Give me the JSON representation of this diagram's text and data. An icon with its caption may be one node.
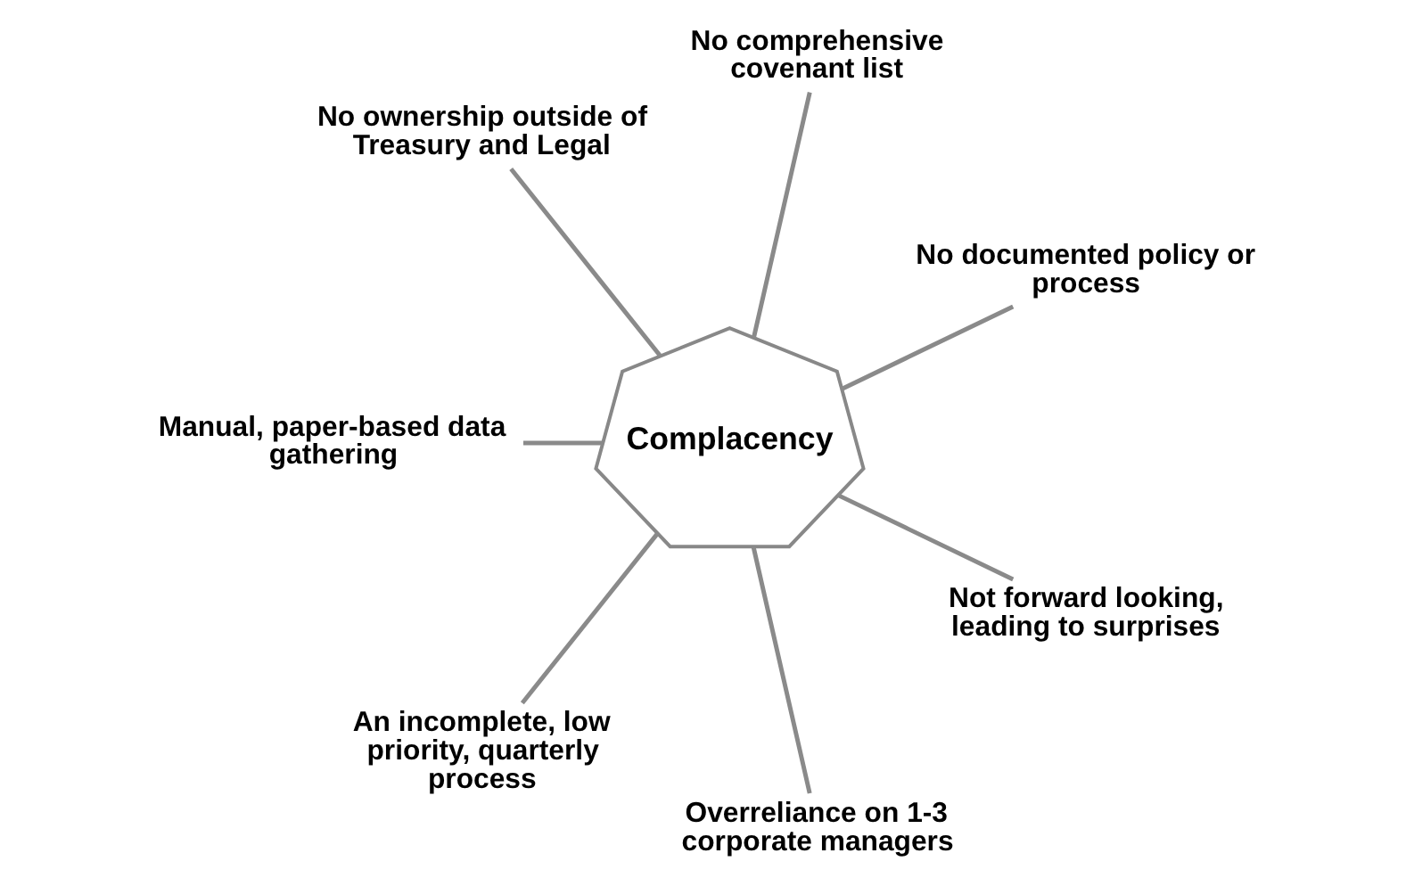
{
  "diagram": {
    "nodes": [
      {
        "text": [
          "Complacency"
        ]
      },
      {
        "text": [
          "No documented policy or process"
        ]
      },
      {
        "text": [
          "No comprehensive covenant list"
        ]
      },
      {
        "text": [
          "No ownership outside of Treasury and Legal"
        ]
      },
      {
        "text": [
          "Manual, paper-based data gathering"
        ]
      },
      {
        "text": [
          "An incomplete, low priority, quarterly process"
        ]
      },
      {
        "text": [
          "Overreliance on 1-3 corporate managers"
        ]
      },
      {
        "text": [
          "Not forward looking, leading to surprises"
        ]
      }
    ],
    "edges": [
      {
        "from": 0,
        "to": 1,
        "arrow": "none"
      },
      {
        "from": 0,
        "to": 2,
        "arrow": "none"
      },
      {
        "from": 0,
        "to": 3,
        "arrow": "none"
      },
      {
        "from": 0,
        "to": 4,
        "arrow": "none"
      },
      {
        "from": 0,
        "to": 5,
        "arrow": "none"
      },
      {
        "from": 0,
        "to": 6,
        "arrow": "none"
      },
      {
        "from": 0,
        "to": 7,
        "arrow": "none"
      }
    ]
  }
}
